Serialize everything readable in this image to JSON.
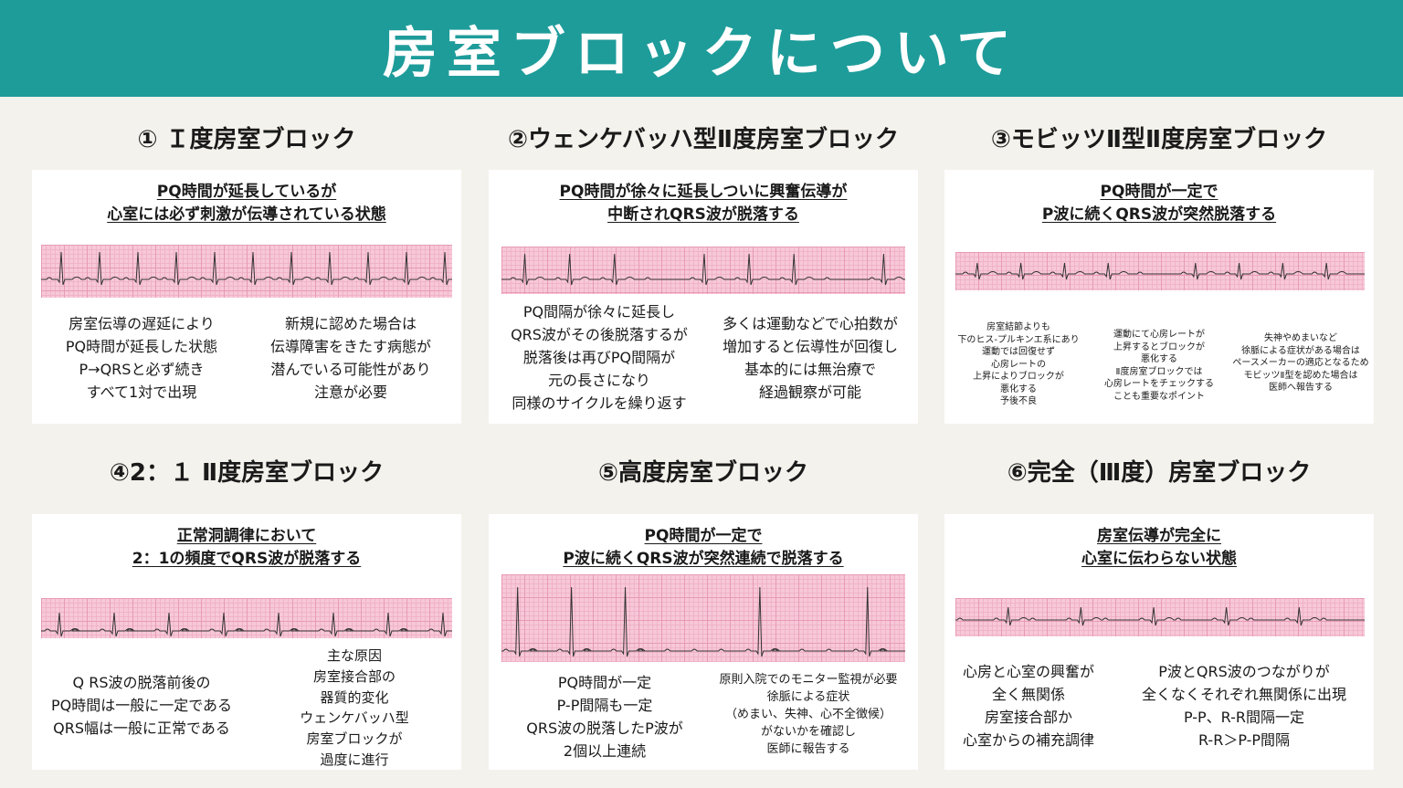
{
  "title": "房室ブロックについて",
  "colors": {
    "header_bg": "#1e9c9a",
    "page_bg": "#f4f2ec",
    "grid": "#f7c8d8",
    "trace": "#333333"
  },
  "sections": [
    {
      "title": "① Ｉ度房室ブロック",
      "headline": "PQ時間が延長しているが\n心室には必ず刺激が伝導されている状態",
      "left_text": "房室伝導の遅延により\nPQ時間が延長した状態\nP→QRSと必ず続き\nすべて1対で出現",
      "right_text": "新規に認めた場合は\n伝導障害をきたす病態が\n潜んでいる可能性があり\n注意が必要"
    },
    {
      "title": "②ウェンケバッハ型Ⅱ度房室ブロック",
      "headline": "PQ時間が徐々に延長しついに興奮伝導が\n中断されQRS波が脱落する",
      "left_text": "PQ間隔が徐々に延長し\nQRS波がその後脱落するが\n脱落後は再びPQ間隔が\n元の長さになり\n同様のサイクルを繰り返す",
      "right_text": "多くは運動などで心拍数が\n増加すると伝導性が回復し\n基本的には無治療で\n経過観察が可能"
    },
    {
      "title": "③モビッツⅡ型Ⅱ度房室ブロック",
      "headline": "PQ時間が一定で\nP波に続くQRS波が突然脱落する",
      "left_text": "房室結節よりも\n下のヒス-プルキンエ系にあり\n運動では回復せず\n心房レートの\n上昇によりブロックが\n悪化する\n予後不良",
      "mid_text": "運動にて心房レートが\n上昇するとブロックが\n悪化する\nⅡ度房室ブロックでは\n心房レートをチェックする\nことも重要なポイント",
      "right_text": "失神やめまいなど\n徐脈による症状がある場合は\nペースメーカーの適応となるため\nモビッツⅡ型を認めた場合は\n医師へ報告する"
    },
    {
      "title": "④2：１ Ⅱ度房室ブロック",
      "headline": "正常洞調律において\n2：1の頻度でQRS波が脱落する",
      "left_text": "Q RS波の脱落前後の\nPQ時間は一般に一定である\nQRS幅は一般に正常である",
      "right_text": "主な原因\n房室接合部の\n器質的変化\nウェンケバッハ型\n房室ブロックが\n過度に進行"
    },
    {
      "title": "⑤高度房室ブロック",
      "headline": "PQ時間が一定で\nP波に続くQRS波が突然連続で脱落する",
      "left_text": "PQ時間が一定\nP-P間隔も一定\nQRS波の脱落したP波が\n2個以上連続",
      "right_text": "原則入院でのモニター監視が必要\n徐脈による症状\n（めまい、失神、心不全徴候）\nがないかを確認し\n医師に報告する"
    },
    {
      "title": "⑥完全（Ⅲ度）房室ブロック",
      "headline": "房室伝導が完全に\n心室に伝わらない状態",
      "left_text": "心房と心室の興奮が\n全く無関係\n房室接合部か\n心室からの補充調律",
      "right_text": "P波とQRS波のつながりが\n全くなくそれぞれ無関係に出現\nP-P、R-R間隔一定\nR-R＞P-P間隔"
    }
  ]
}
